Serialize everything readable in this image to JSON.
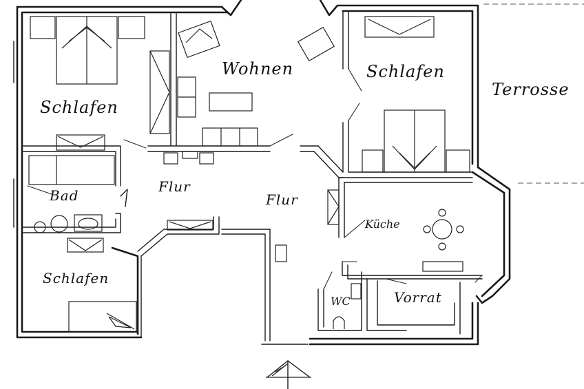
{
  "rooms": {
    "wohnen": "Wohnen",
    "schlafen_left": "Schlafen",
    "schlafen_right": "Schlafen",
    "schlafen_bottom": "Schlafen",
    "bad": "Bad",
    "flur_left": "Flur",
    "flur_center": "Flur",
    "kueche": "Küche",
    "wc": "WC",
    "vorrat": "Vorrat"
  },
  "outside": {
    "terrasse": "Terrosse"
  }
}
